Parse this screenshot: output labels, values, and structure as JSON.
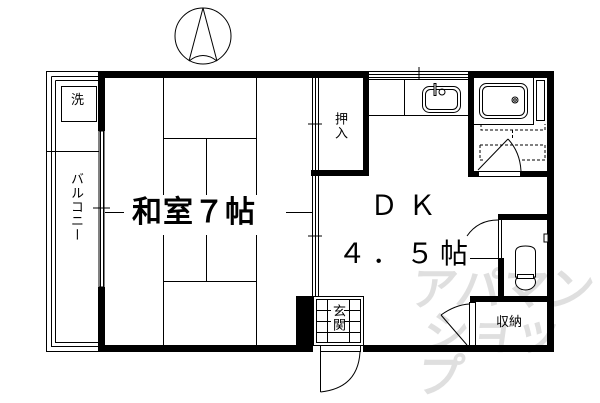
{
  "floorplan": {
    "compass": {
      "icon": "north-arrow-icon"
    },
    "rooms": {
      "washitsu": {
        "label": "和室７帖"
      },
      "dk": {
        "line1": "ＤＫ",
        "line2": "４．５帖"
      },
      "oshiire": {
        "label": "押入"
      },
      "balcony": {
        "label": "バルコニー"
      },
      "washer": {
        "label": "洗"
      },
      "genkan": {
        "label": "玄関"
      },
      "storage": {
        "label": "収納"
      }
    },
    "watermark": {
      "line1": "アパマン",
      "line2": "ショップ"
    },
    "colors": {
      "wall": "#000000",
      "background": "#ffffff",
      "watermark": "#dcdcdc"
    }
  }
}
